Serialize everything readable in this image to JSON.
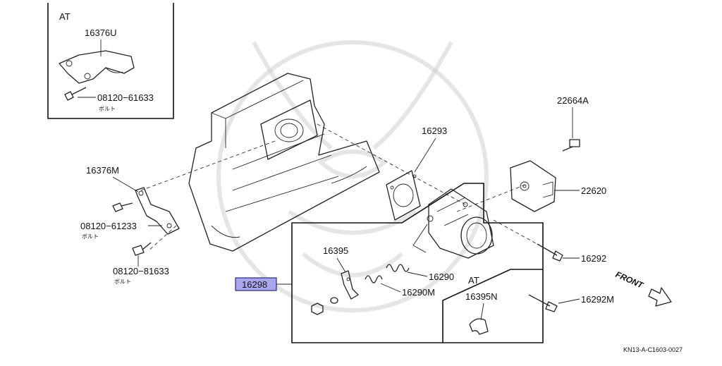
{
  "inset_at": {
    "tag": "AT",
    "part_upper": "16376U",
    "bolt_part": "08120−61633",
    "bolt_kana": "ボルト"
  },
  "parts": {
    "p22664A": "22664A",
    "p16293": "16293",
    "p22620": "22620",
    "p16376M": "16376M",
    "p08120_61233": "08120−61233",
    "kana_61233": "ボルト",
    "p08120_81633": "08120−81633",
    "kana_81633": "ボルト",
    "p16395": "16395",
    "p16290": "16290",
    "p16290M": "16290M",
    "p16298": "16298",
    "p16292": "16292",
    "p16292M": "16292M",
    "p16395N": "16395N"
  },
  "at_box_tag": "AT",
  "front_label": "FRONT",
  "ref_code": "KN13-A-C1603-0027",
  "colors": {
    "highlight_fill": "#a9a6ee",
    "highlight_stroke": "#2b2a7a",
    "line": "#222222",
    "watermark": "#cfcfcf"
  }
}
